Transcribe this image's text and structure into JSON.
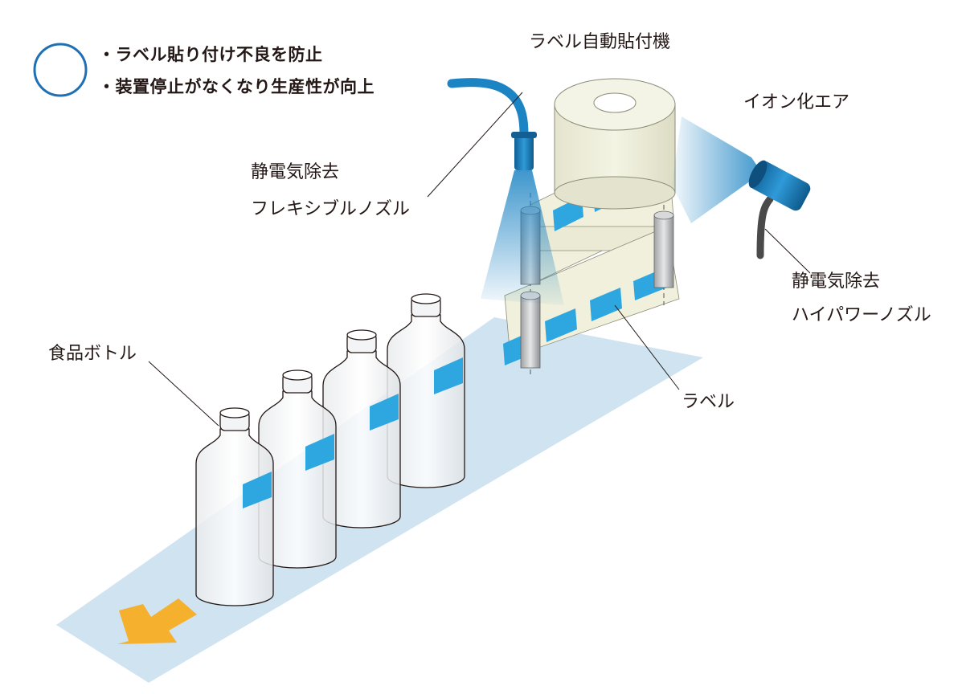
{
  "colors": {
    "conveyor": "#cfe3f1",
    "label_blue": "#2ea7e0",
    "label_paper": "#f0f0dc",
    "nozzle_blue": "#1d84c4",
    "arrow": "#f5b02e",
    "circle": "#1e6fb3"
  },
  "benefits": [
    "・ラベル貼り付け不良を防止",
    "・装置停止がなくなり生産性が向上"
  ],
  "labels": {
    "machine": "ラベル自動貼付機",
    "ion_air": "イオン化エア",
    "flex_nozzle_line1": "静電気除去",
    "flex_nozzle_line2": "フレキシブルノズル",
    "hp_nozzle_line1": "静電気除去",
    "hp_nozzle_line2": "ハイパワーノズル",
    "bottle": "食品ボトル",
    "label": "ラベル"
  },
  "icons": {
    "flow_arrow": "arrow-down-left-icon",
    "status_circle": "circle-outline-icon"
  }
}
